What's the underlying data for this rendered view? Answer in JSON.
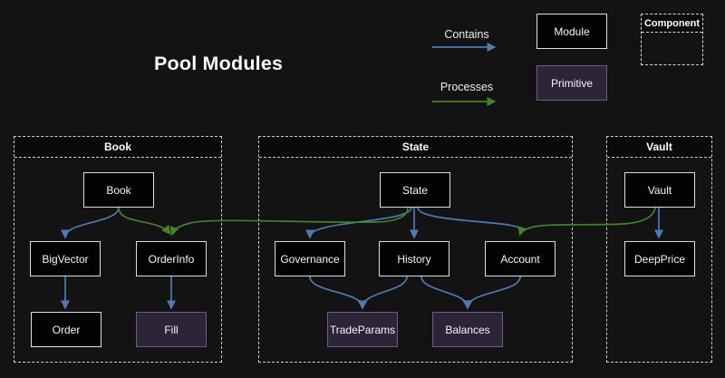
{
  "title": "Pool Modules",
  "legend": {
    "contains": "Contains",
    "processes": "Processes",
    "module": "Module",
    "primitive": "Primitive",
    "component": "Component"
  },
  "groups": {
    "book": {
      "title": "Book"
    },
    "state": {
      "title": "State"
    },
    "vault": {
      "title": "Vault"
    }
  },
  "nodes": {
    "book": {
      "label": "Book",
      "type": "module"
    },
    "bigvector": {
      "label": "BigVector",
      "type": "module"
    },
    "orderinfo": {
      "label": "OrderInfo",
      "type": "module"
    },
    "order": {
      "label": "Order",
      "type": "module"
    },
    "fill": {
      "label": "Fill",
      "type": "primitive"
    },
    "state": {
      "label": "State",
      "type": "module"
    },
    "governance": {
      "label": "Governance",
      "type": "module"
    },
    "history": {
      "label": "History",
      "type": "module"
    },
    "account": {
      "label": "Account",
      "type": "module"
    },
    "tradeparams": {
      "label": "TradeParams",
      "type": "primitive"
    },
    "balances": {
      "label": "Balances",
      "type": "primitive"
    },
    "vault": {
      "label": "Vault",
      "type": "module"
    },
    "deepprice": {
      "label": "DeepPrice",
      "type": "module"
    }
  },
  "colors": {
    "background": "#131313",
    "contains_arrow": "#5079b4",
    "processes_arrow": "#44812e",
    "module_fill": "#030303",
    "module_border": "#dedede",
    "primitive_fill": "#2e2438",
    "primitive_border": "#705a87"
  },
  "edges": [
    {
      "from": "Book",
      "to": "BigVector",
      "relation": "contains"
    },
    {
      "from": "BigVector",
      "to": "Order",
      "relation": "contains"
    },
    {
      "from": "OrderInfo",
      "to": "Fill",
      "relation": "contains"
    },
    {
      "from": "State",
      "to": "Governance",
      "relation": "contains"
    },
    {
      "from": "State",
      "to": "History",
      "relation": "contains"
    },
    {
      "from": "State",
      "to": "Account",
      "relation": "contains"
    },
    {
      "from": "Governance",
      "to": "TradeParams",
      "relation": "contains"
    },
    {
      "from": "History",
      "to": "TradeParams",
      "relation": "contains"
    },
    {
      "from": "History",
      "to": "Balances",
      "relation": "contains"
    },
    {
      "from": "Account",
      "to": "Balances",
      "relation": "contains"
    },
    {
      "from": "Vault",
      "to": "DeepPrice",
      "relation": "contains"
    },
    {
      "from": "Book",
      "to": "OrderInfo",
      "relation": "processes"
    },
    {
      "from": "State",
      "to": "OrderInfo",
      "relation": "processes"
    },
    {
      "from": "Vault",
      "to": "Account",
      "relation": "processes"
    }
  ]
}
